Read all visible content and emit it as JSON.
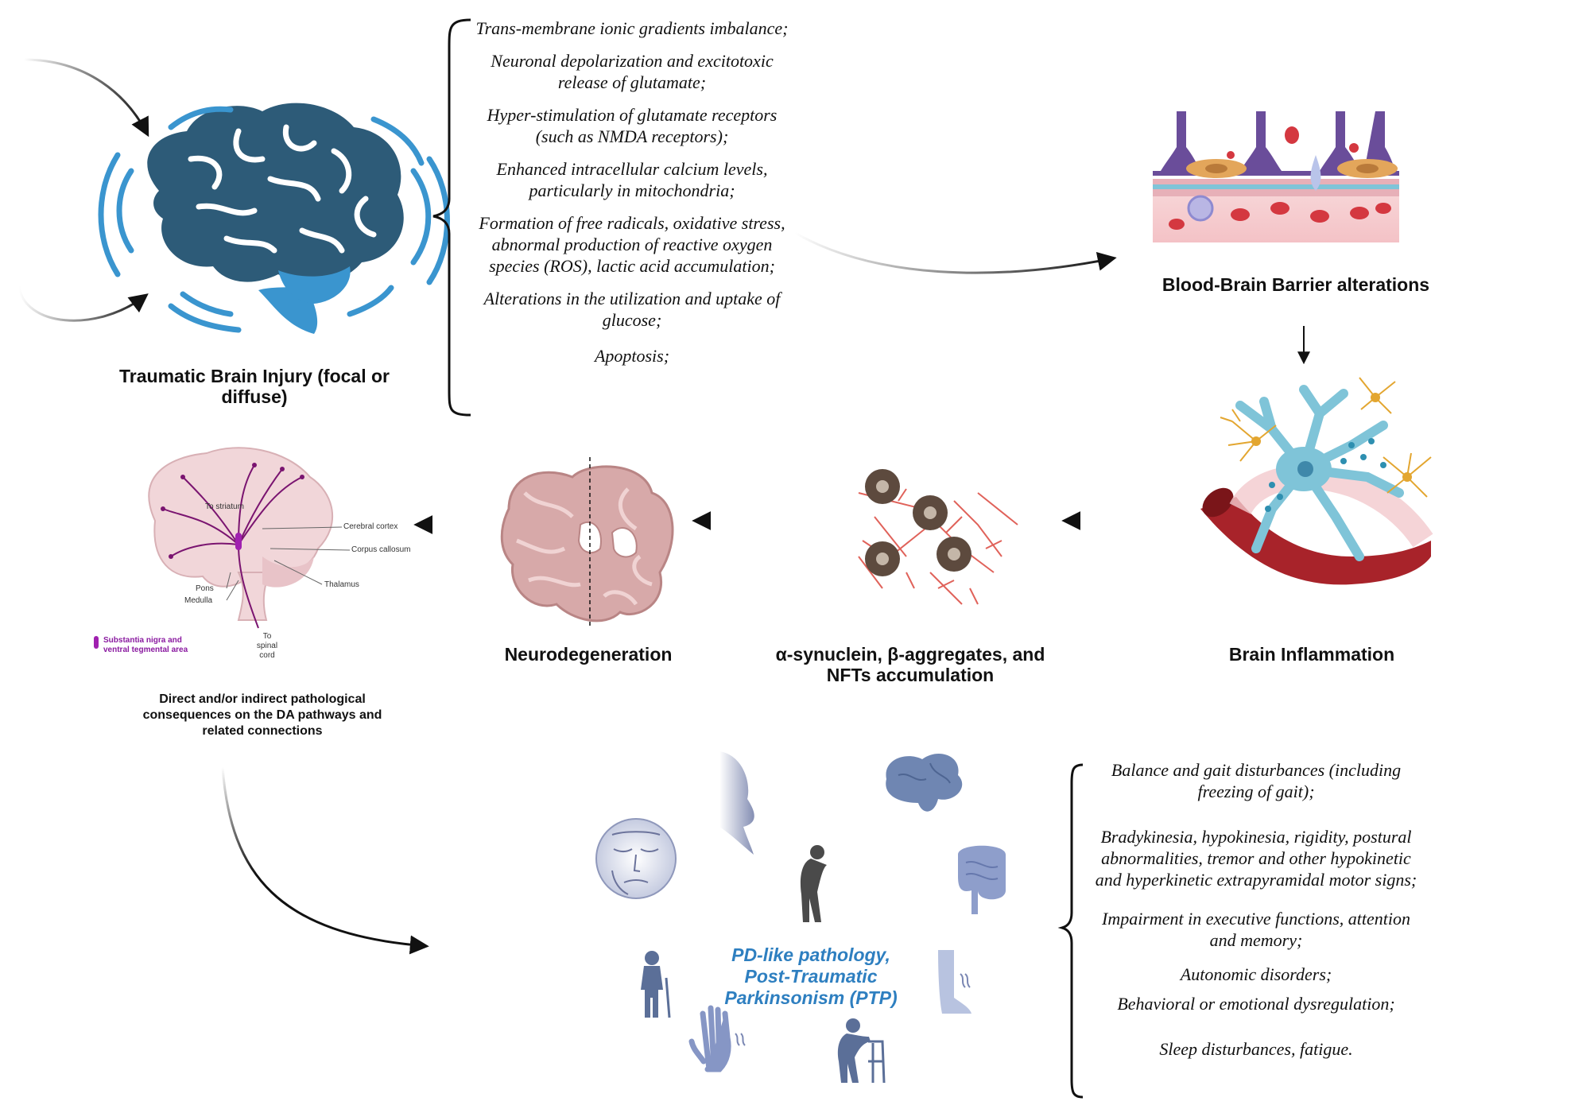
{
  "colors": {
    "brain_dark": "#2d5b78",
    "brain_light": "#3a95cf",
    "ptp_blue": "#2e7fc0",
    "vessel_red": "#a8232a",
    "nerve_blue": "#7fc4d8",
    "substantia": "#a020b0",
    "pathway_purple": "#7a1470",
    "icon_gray": "#7d8aa8"
  },
  "labels": {
    "tbi": "Traumatic Brain Injury (focal or diffuse)",
    "bbb": "Blood-Brain Barrier alterations",
    "inflammation": "Brain Inflammation",
    "aggregates": "α-synuclein, β-aggregates, and NFTs accumulation",
    "neurodegeneration": "Neurodegeneration",
    "da_pathways": "Direct and/or indirect pathological consequences on the DA pathways and related connections",
    "ptp": "PD-like pathology, Post-Traumatic Parkinsonism (PTP)"
  },
  "mechanisms": [
    "Trans-membrane ionic gradients imbalance;",
    "Neuronal depolarization and excitotoxic release of glutamate;",
    "Hyper-stimulation of glutamate receptors (such as NMDA receptors);",
    "Enhanced intracellular calcium levels, particularly in mitochondria;",
    "Formation of free radicals, oxidative stress, abnormal production of reactive oxygen species (ROS), lactic acid accumulation;",
    "Alterations in the utilization and uptake of glucose;",
    "Apoptosis;"
  ],
  "symptoms": [
    "Balance and gait disturbances (including freezing of gait);",
    "Bradykinesia, hypokinesia, rigidity, postural abnormalities, tremor and other hypokinetic and hyperkinetic extrapyramidal motor signs;",
    "Impairment in executive functions, attention and memory;",
    "Autonomic disorders;",
    "Behavioral or emotional dysregulation;",
    "Sleep disturbances, fatigue."
  ],
  "anatomy_labels": {
    "to_striatum": "To striatum",
    "cerebral_cortex": "Cerebral cortex",
    "corpus_callosum": "Corpus callosum",
    "thalamus": "Thalamus",
    "pons": "Pons",
    "medulla": "Medulla",
    "to_spinal_cord": "To spinal cord",
    "legend_substantia": "Substantia nigra and ventral tegmental area"
  },
  "icons": [
    "brain-injury-icon",
    "blood-brain-barrier-illustration",
    "inflammation-neuron-illustration",
    "plaques-aggregates-illustration",
    "neurodegeneration-brain-section",
    "dopaminergic-pathways-brain",
    "nose-icon",
    "brain-icon",
    "face-icon",
    "stooped-person-icon",
    "intestine-icon",
    "elderly-cane-icon",
    "leg-restless-icon",
    "tremor-hand-icon",
    "walker-person-icon"
  ]
}
